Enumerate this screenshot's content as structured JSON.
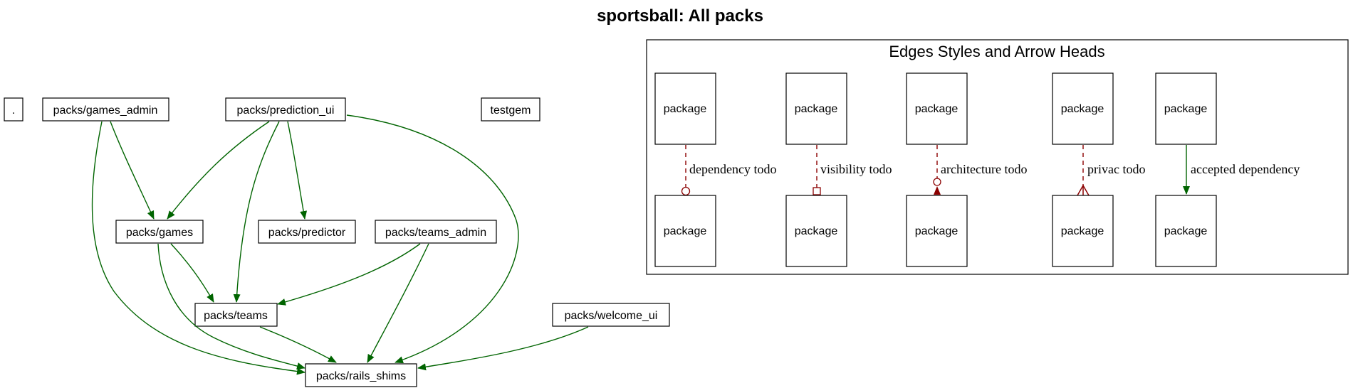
{
  "title": "sportsball: All packs",
  "colors": {
    "accepted": "#006400",
    "todo": "#8b0000",
    "border": "#000000",
    "background": "#ffffff"
  },
  "nodes": {
    "root": ".",
    "games_admin": "packs/games_admin",
    "prediction_ui": "packs/prediction_ui",
    "testgem": "testgem",
    "games": "packs/games",
    "predictor": "packs/predictor",
    "teams_admin": "packs/teams_admin",
    "teams": "packs/teams",
    "welcome_ui": "packs/welcome_ui",
    "rails_shims": "packs/rails_shims"
  },
  "edges": [
    {
      "from": "packs/games_admin",
      "to": "packs/games",
      "kind": "accepted dependency"
    },
    {
      "from": "packs/games_admin",
      "to": "packs/rails_shims",
      "kind": "accepted dependency"
    },
    {
      "from": "packs/prediction_ui",
      "to": "packs/games",
      "kind": "accepted dependency"
    },
    {
      "from": "packs/prediction_ui",
      "to": "packs/predictor",
      "kind": "accepted dependency"
    },
    {
      "from": "packs/prediction_ui",
      "to": "packs/teams",
      "kind": "accepted dependency"
    },
    {
      "from": "packs/prediction_ui",
      "to": "packs/rails_shims",
      "kind": "accepted dependency"
    },
    {
      "from": "packs/games",
      "to": "packs/teams",
      "kind": "accepted dependency"
    },
    {
      "from": "packs/games",
      "to": "packs/rails_shims",
      "kind": "accepted dependency"
    },
    {
      "from": "packs/teams_admin",
      "to": "packs/teams",
      "kind": "accepted dependency"
    },
    {
      "from": "packs/teams_admin",
      "to": "packs/rails_shims",
      "kind": "accepted dependency"
    },
    {
      "from": "packs/teams",
      "to": "packs/rails_shims",
      "kind": "accepted dependency"
    },
    {
      "from": "packs/welcome_ui",
      "to": "packs/rails_shims",
      "kind": "accepted dependency"
    }
  ],
  "legend": {
    "title": "Edges Styles and Arrow Heads",
    "package_label": "package",
    "edge_labels": {
      "dependency": "dependency todo",
      "visibility": "visibility todo",
      "architecture": "architecture todo",
      "privacy": "privac todo",
      "accepted": "accepted dependency"
    }
  }
}
